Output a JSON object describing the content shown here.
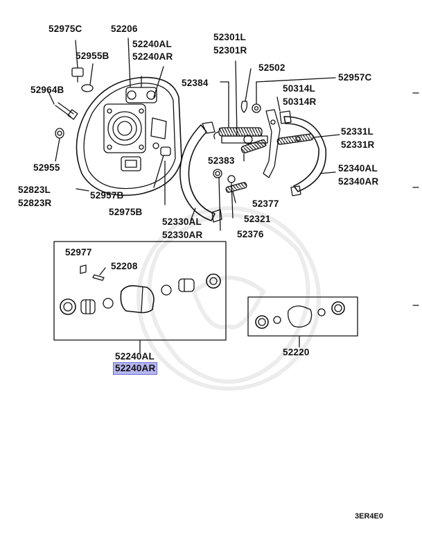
{
  "labels": {
    "p52975C": "52975C",
    "p52206": "52206",
    "p52240AL_top": "52240AL",
    "p52240AR_top": "52240AR",
    "p52955B": "52955B",
    "p52964B": "52964B",
    "p52955": "52955",
    "p52823L": "52823L",
    "p52823R": "52823R",
    "p52957B": "52957B",
    "p52975B": "52975B",
    "p52301L": "52301L",
    "p52301R": "52301R",
    "p52502": "52502",
    "p52957C": "52957C",
    "p52384": "52384",
    "p50314L": "50314L",
    "p50314R": "50314R",
    "p52331L": "52331L",
    "p52331R": "52331R",
    "p52383": "52383",
    "p52340AL": "52340AL",
    "p52340AR": "52340AR",
    "p52377": "52377",
    "p52321": "52321",
    "p52330AL": "52330AL",
    "p52330AR": "52330AR",
    "p52376": "52376",
    "p52977": "52977",
    "p52208": "52208",
    "p52240AL_bottom": "52240AL",
    "p52240AR_bottom": "52240AR",
    "p52220": "52220"
  },
  "highlighted_part": "52240AR",
  "highlight_color": "#b6b6f0",
  "diagram_code": "3ER4E0"
}
